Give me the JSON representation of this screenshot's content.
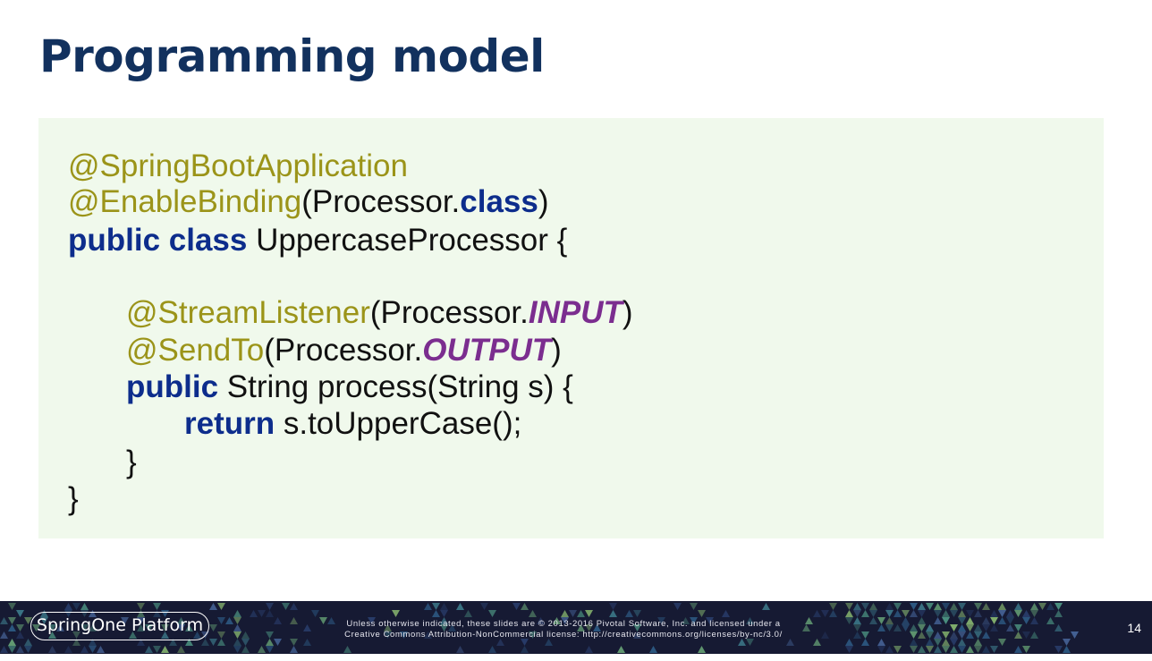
{
  "slide": {
    "title": "Programming model",
    "page_number": "14"
  },
  "code": {
    "lines": [
      [
        {
          "text": "@SpringBootApplication",
          "type": "annotation"
        }
      ],
      [
        {
          "text": "@EnableBinding",
          "type": "annotation"
        },
        {
          "text": "(Processor.",
          "type": "plain"
        },
        {
          "text": "class",
          "type": "keyword"
        },
        {
          "text": ")",
          "type": "plain"
        }
      ],
      [
        {
          "text": "public class",
          "type": "keyword"
        },
        {
          "text": " UppercaseProcessor {",
          "type": "plain"
        }
      ],
      [],
      [
        {
          "text": "@StreamListener",
          "type": "annotation"
        },
        {
          "text": "(Processor.",
          "type": "plain"
        },
        {
          "text": "INPUT",
          "type": "constant"
        },
        {
          "text": ")",
          "type": "plain"
        }
      ],
      [
        {
          "text": "@SendTo",
          "type": "annotation"
        },
        {
          "text": "(Processor.",
          "type": "plain"
        },
        {
          "text": "OUTPUT",
          "type": "constant"
        },
        {
          "text": ")",
          "type": "plain"
        }
      ],
      [
        {
          "text": "public",
          "type": "keyword"
        },
        {
          "text": " String process(String s) {",
          "type": "plain"
        }
      ],
      [
        {
          "text": "return",
          "type": "keyword"
        },
        {
          "text": " s.toUpperCase();",
          "type": "plain"
        }
      ],
      [
        {
          "text": "}",
          "type": "plain"
        }
      ],
      [
        {
          "text": "}",
          "type": "plain"
        }
      ]
    ]
  },
  "footer": {
    "logo_text": "SpringOne Platform",
    "license_line_1": "Unless otherwise indicated, these slides are © 2013-2016 Pivotal Software, Inc. and licensed under a",
    "license_line_2": "Creative Commons Attribution-NonCommercial license: http://creativecommons.org/licenses/by-nc/3.0/"
  },
  "colors": {
    "title": "#12315e",
    "annotation": "#9b9419",
    "keyword": "#0d2d8c",
    "constant": "#7b2d8f",
    "code_background": "#f0f9ec",
    "footer_background": "#161a33"
  }
}
